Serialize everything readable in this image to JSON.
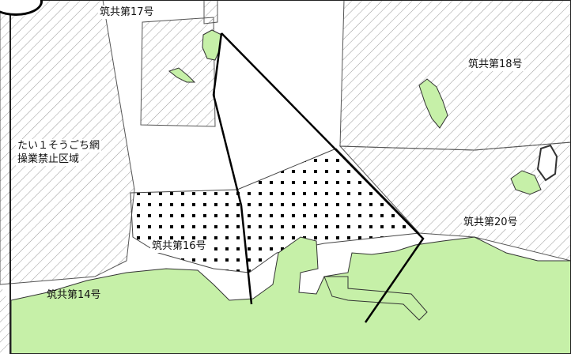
{
  "badge": "",
  "labels": {
    "zone17": "筑共第17号",
    "zone18": "筑共第18号",
    "zone20": "筑共第20号",
    "zone16": "筑共第16号",
    "zone14": "筑共第14号",
    "prohibited_line1": "たい１そうごち網",
    "prohibited_line2": "操業禁止区域"
  },
  "colors": {
    "land": "#c6f0a8",
    "hatch": "#9a9a9a",
    "outline": "#333333",
    "route": "#000000",
    "dot": "#000000"
  }
}
